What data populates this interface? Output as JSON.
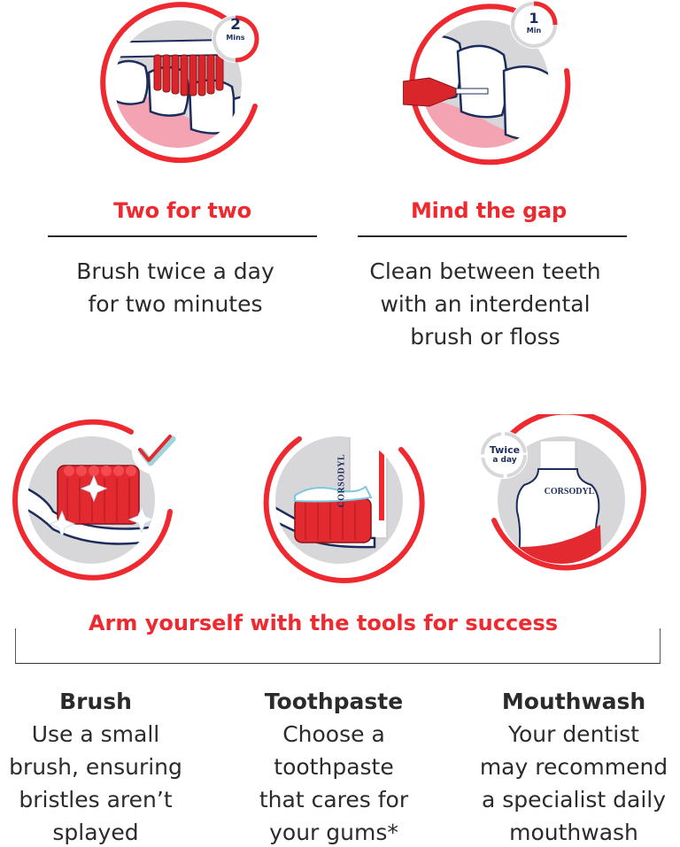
{
  "colors": {
    "brand_red": "#ee2a30",
    "ring_gray": "#d7d7da",
    "gum_pink": "#f4a3b3",
    "navy": "#1c2c5b",
    "text": "#2b2b2b"
  },
  "tips": [
    {
      "icon": "toothbrush-on-teeth-illustration",
      "timer_value": "2",
      "timer_unit": "Mins",
      "title": "Two for two",
      "lines": [
        "Brush twice a day",
        "for two minutes"
      ]
    },
    {
      "icon": "interdental-brush-illustration",
      "timer_value": "1",
      "timer_unit": "Min",
      "title": "Mind the gap",
      "lines": [
        "Clean between teeth",
        "with an interdental",
        "brush or floss"
      ]
    }
  ],
  "tools_section": {
    "title": "Arm yourself with the tools for success",
    "badge": {
      "line1": "Twice",
      "line2": "a day"
    },
    "brand": "CORSODYL",
    "tools": [
      {
        "icon": "clean-toothbrush-checkmark-illustration",
        "title": "Brush",
        "lines": [
          "Use a small",
          "brush, ensuring",
          "bristles aren’t",
          "splayed"
        ]
      },
      {
        "icon": "toothpaste-illustration",
        "title": "Toothpaste",
        "lines": [
          "Choose a",
          "toothpaste",
          "that cares for",
          "your gums*"
        ]
      },
      {
        "icon": "mouthwash-bottle-illustration",
        "title": "Mouthwash",
        "lines": [
          "Your dentist",
          "may recommend",
          "a specialist daily",
          "mouthwash"
        ]
      }
    ]
  }
}
